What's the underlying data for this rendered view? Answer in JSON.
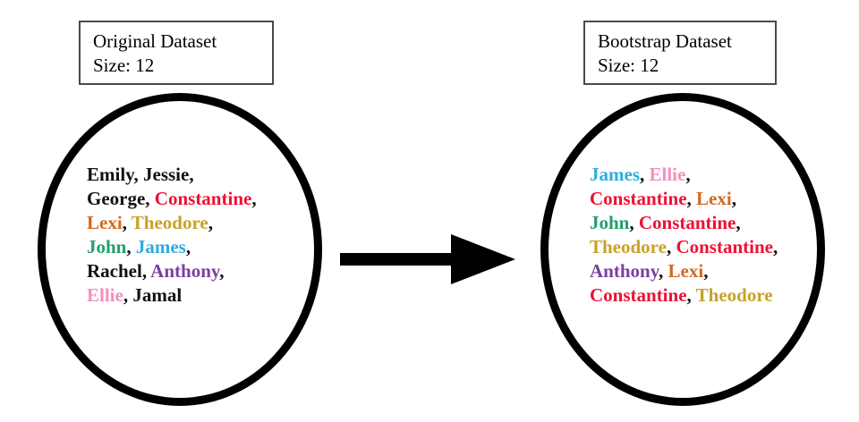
{
  "diagram": {
    "title_left": "Original Dataset",
    "title_right": "Bootstrap Dataset",
    "arrow_icon": "right-arrow-icon"
  },
  "palette": {
    "default": "#111111",
    "constantine": "#EE1133",
    "lexi": "#D2691E",
    "theodore": "#C9A227",
    "john": "#22A06B",
    "james": "#2BAEE0",
    "anthony": "#7B3FA0",
    "ellie": "#F48FC0",
    "circle_stroke": "#000000",
    "box_border": "#4A4A4A",
    "background": "#FFFFFF"
  },
  "original": {
    "label": {
      "title": "Original Dataset",
      "size_text": "Size: 12"
    },
    "size": 12,
    "lines": [
      [
        {
          "text": "Emily",
          "color": "#111111"
        },
        {
          "text": ", ",
          "color": "#111111"
        },
        {
          "text": "Jessie",
          "color": "#111111"
        },
        {
          "text": ",",
          "color": "#111111"
        }
      ],
      [
        {
          "text": "George",
          "color": "#111111"
        },
        {
          "text": ", ",
          "color": "#111111"
        },
        {
          "text": "Constantine",
          "color": "#EE1133"
        },
        {
          "text": ",",
          "color": "#111111"
        }
      ],
      [
        {
          "text": "Lexi",
          "color": "#D2691E"
        },
        {
          "text": ", ",
          "color": "#111111"
        },
        {
          "text": "Theodore",
          "color": "#C9A227"
        },
        {
          "text": ",",
          "color": "#111111"
        }
      ],
      [
        {
          "text": "John",
          "color": "#22A06B"
        },
        {
          "text": ", ",
          "color": "#111111"
        },
        {
          "text": "James",
          "color": "#2BAEE0"
        },
        {
          "text": ",",
          "color": "#111111"
        }
      ],
      [
        {
          "text": "Rachel",
          "color": "#111111"
        },
        {
          "text": ", ",
          "color": "#111111"
        },
        {
          "text": "Anthony",
          "color": "#7B3FA0"
        },
        {
          "text": ",",
          "color": "#111111"
        }
      ],
      [
        {
          "text": "Ellie",
          "color": "#F48FC0"
        },
        {
          "text": ", ",
          "color": "#111111"
        },
        {
          "text": "Jamal",
          "color": "#111111"
        }
      ]
    ],
    "names": [
      "Emily",
      "Jessie",
      "George",
      "Constantine",
      "Lexi",
      "Theodore",
      "John",
      "James",
      "Rachel",
      "Anthony",
      "Ellie",
      "Jamal"
    ]
  },
  "bootstrap": {
    "label": {
      "title": "Bootstrap Dataset",
      "size_text": "Size: 12"
    },
    "size": 12,
    "lines": [
      [
        {
          "text": "James",
          "color": "#2BAEE0"
        },
        {
          "text": ", ",
          "color": "#111111"
        },
        {
          "text": "Ellie",
          "color": "#F48FC0"
        },
        {
          "text": ",",
          "color": "#111111"
        }
      ],
      [
        {
          "text": "Constantine",
          "color": "#EE1133"
        },
        {
          "text": ", ",
          "color": "#111111"
        },
        {
          "text": "Lexi",
          "color": "#D2691E"
        },
        {
          "text": ",",
          "color": "#111111"
        }
      ],
      [
        {
          "text": "John",
          "color": "#22A06B"
        },
        {
          "text": ", ",
          "color": "#111111"
        },
        {
          "text": "Constantine",
          "color": "#EE1133"
        },
        {
          "text": ",",
          "color": "#111111"
        }
      ],
      [
        {
          "text": "Theodore",
          "color": "#C9A227"
        },
        {
          "text": ", ",
          "color": "#111111"
        },
        {
          "text": "Constantine",
          "color": "#EE1133"
        },
        {
          "text": ",",
          "color": "#111111"
        }
      ],
      [
        {
          "text": "Anthony",
          "color": "#7B3FA0"
        },
        {
          "text": ", ",
          "color": "#111111"
        },
        {
          "text": "Lexi",
          "color": "#D2691E"
        },
        {
          "text": ",",
          "color": "#111111"
        }
      ],
      [
        {
          "text": "Constantine",
          "color": "#EE1133"
        },
        {
          "text": ", ",
          "color": "#111111"
        },
        {
          "text": "Theodore",
          "color": "#C9A227"
        }
      ]
    ],
    "names": [
      "James",
      "Ellie",
      "Constantine",
      "Lexi",
      "John",
      "Constantine",
      "Theodore",
      "Constantine",
      "Anthony",
      "Lexi",
      "Constantine",
      "Theodore"
    ]
  }
}
